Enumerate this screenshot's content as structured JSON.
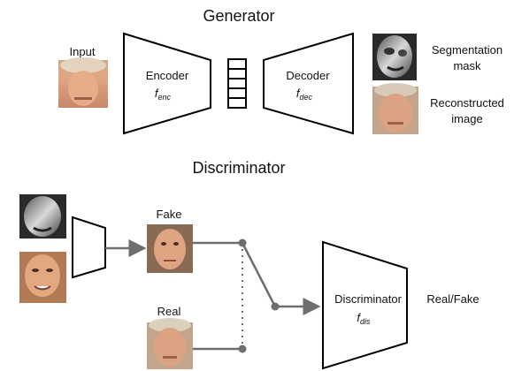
{
  "generator": {
    "title": "Generator",
    "input_label": "Input",
    "encoder": {
      "label": "Encoder",
      "symbol": "f",
      "subscript": "enc"
    },
    "decoder": {
      "label": "Decoder",
      "symbol": "f",
      "subscript": "dec"
    },
    "outputs": {
      "mask_label_line1": "Segmentation",
      "mask_label_line2": "mask",
      "recon_label_line1": "Reconstructed",
      "recon_label_line2": "image"
    }
  },
  "discriminator": {
    "title": "Discriminator",
    "fake_label": "Fake",
    "real_label": "Real",
    "block": {
      "label": "Discriminator",
      "symbol": "f",
      "subscript": "dis"
    },
    "output_label": "Real/Fake"
  },
  "colors": {
    "line": "#6e6e6e",
    "outline": "#000000",
    "skin": "#d9a17f",
    "mask_gray": "#9a9a9a"
  }
}
